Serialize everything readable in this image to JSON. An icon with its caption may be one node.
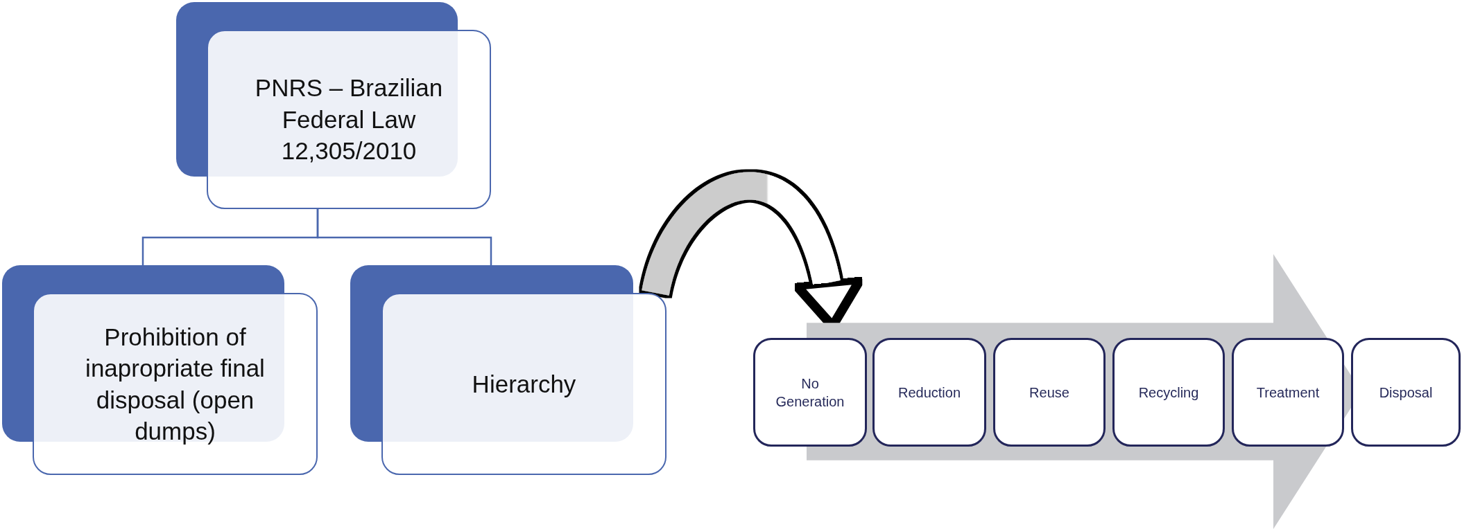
{
  "diagram": {
    "nodes": [
      {
        "text": [
          "PNRS – Brazilian Federal Law 12,305/2010"
        ]
      },
      {
        "text": [
          "Prohibition of inapropriate final disposal (open dumps)"
        ]
      },
      {
        "text": [
          "Hierarchy"
        ]
      },
      {
        "text": [],
        "shape": "arrow"
      },
      {
        "text": [
          "No Generation"
        ]
      },
      {
        "text": [
          "Reduction"
        ],
        "in": 3
      },
      {
        "text": [
          "Reuse"
        ],
        "in": 3
      },
      {
        "text": [
          "Recycling"
        ],
        "in": 3
      },
      {
        "text": [
          "Treatment"
        ],
        "in": 3
      },
      {
        "text": [
          "Disposal"
        ]
      }
    ],
    "edges": [
      {
        "from": 0,
        "to": 1,
        "arrow": "none"
      },
      {
        "from": 0,
        "to": 2,
        "arrow": "none"
      },
      {
        "from": 2,
        "to": 3,
        "arrow": "to"
      }
    ]
  }
}
